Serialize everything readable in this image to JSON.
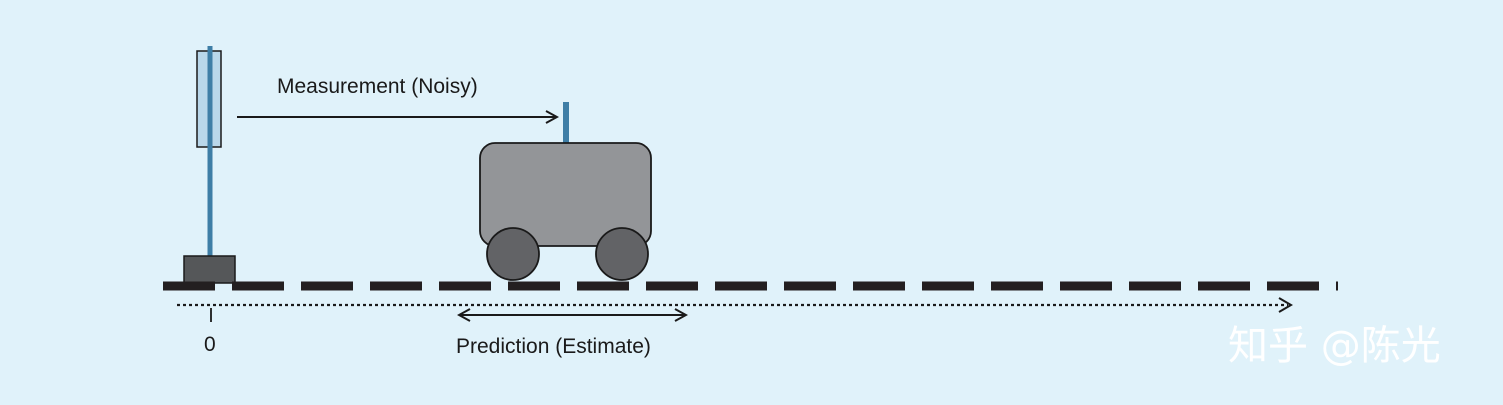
{
  "labels": {
    "measurement": "Measurement (Noisy)",
    "prediction": "Prediction (Estimate)",
    "origin": "0"
  },
  "watermark": "知乎 @陈光",
  "colors": {
    "background": "#e0f2fa",
    "sensor_pole": "#3e7ea6",
    "sensor_panel": "#b9d7ea",
    "cart_body": "#939598",
    "cart_wheel": "#626366",
    "track": "#231f20",
    "sensor_base": "#555759"
  },
  "icons": {
    "sensor": "range-sensor-icon",
    "cart": "cart-icon"
  }
}
